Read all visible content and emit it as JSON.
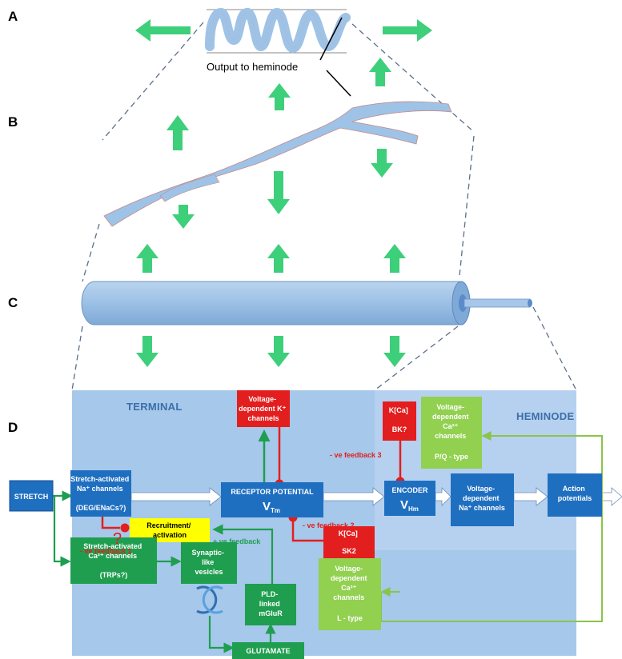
{
  "panel_labels": {
    "a": "A",
    "b": "B",
    "c": "C",
    "d": "D"
  },
  "output_label": "Output to heminode",
  "regions": {
    "terminal": "TERMINAL",
    "heminode": "HEMINODE"
  },
  "boxes": {
    "stretch": [
      "STRETCH"
    ],
    "na_stretch": [
      "Stretch-activated",
      "Na⁺ channels",
      "",
      "(DEG/ENaCs?)"
    ],
    "vdk": [
      "Voltage-",
      "dependent K⁺",
      "channels"
    ],
    "receptor_potential": [
      "RECEPTOR POTENTIAL",
      "V",
      "Tm"
    ],
    "kca_bk": [
      "K[Ca]",
      "",
      "BK?"
    ],
    "vdca_pq": [
      "Voltage-",
      "dependent",
      "Ca²⁺",
      "channels",
      "",
      "P/Q - type"
    ],
    "encoder": [
      "ENCODER",
      "V",
      "Hm"
    ],
    "vdna": [
      "Voltage-",
      "dependent",
      "Na⁺ channels"
    ],
    "action_potentials": [
      "Action",
      "potentials"
    ],
    "recruitment": [
      "Recruitment/",
      "activation"
    ],
    "ca_stretch": [
      "Stretch-activated",
      "Ca²⁺ channels",
      "",
      "(TRPs?)"
    ],
    "synaptic_vesicles": [
      "Synaptic-",
      "like",
      "vesicles"
    ],
    "pld_mglur": [
      "PLD-",
      "linked",
      "mGluR"
    ],
    "kca_sk2": [
      "K[Ca]",
      "",
      "SK2"
    ],
    "vdca_l": [
      "Voltage-",
      "dependent",
      "Ca²⁺",
      "channels",
      "",
      "L - type"
    ],
    "glutamate": [
      "GLUTAMATE"
    ]
  },
  "feedback": {
    "fb1": "- ve feedback 1",
    "fb2": "- ve feedback 2",
    "fb3": "- ve feedback 3",
    "positive": "+ ve feedback",
    "question": "?"
  },
  "colors": {
    "blue_box": "#1f6fc1",
    "red_box": "#e31e1e",
    "green_box": "#1f9e4f",
    "light_green": "#92d050",
    "yellow": "#ffff00",
    "region_bg": "#a6c8ea",
    "neurite": "#9ec3e6",
    "green_arrow": "#3ecf7a",
    "dark_green_line": "#1f9e4f",
    "red_line": "#e31e1e"
  }
}
